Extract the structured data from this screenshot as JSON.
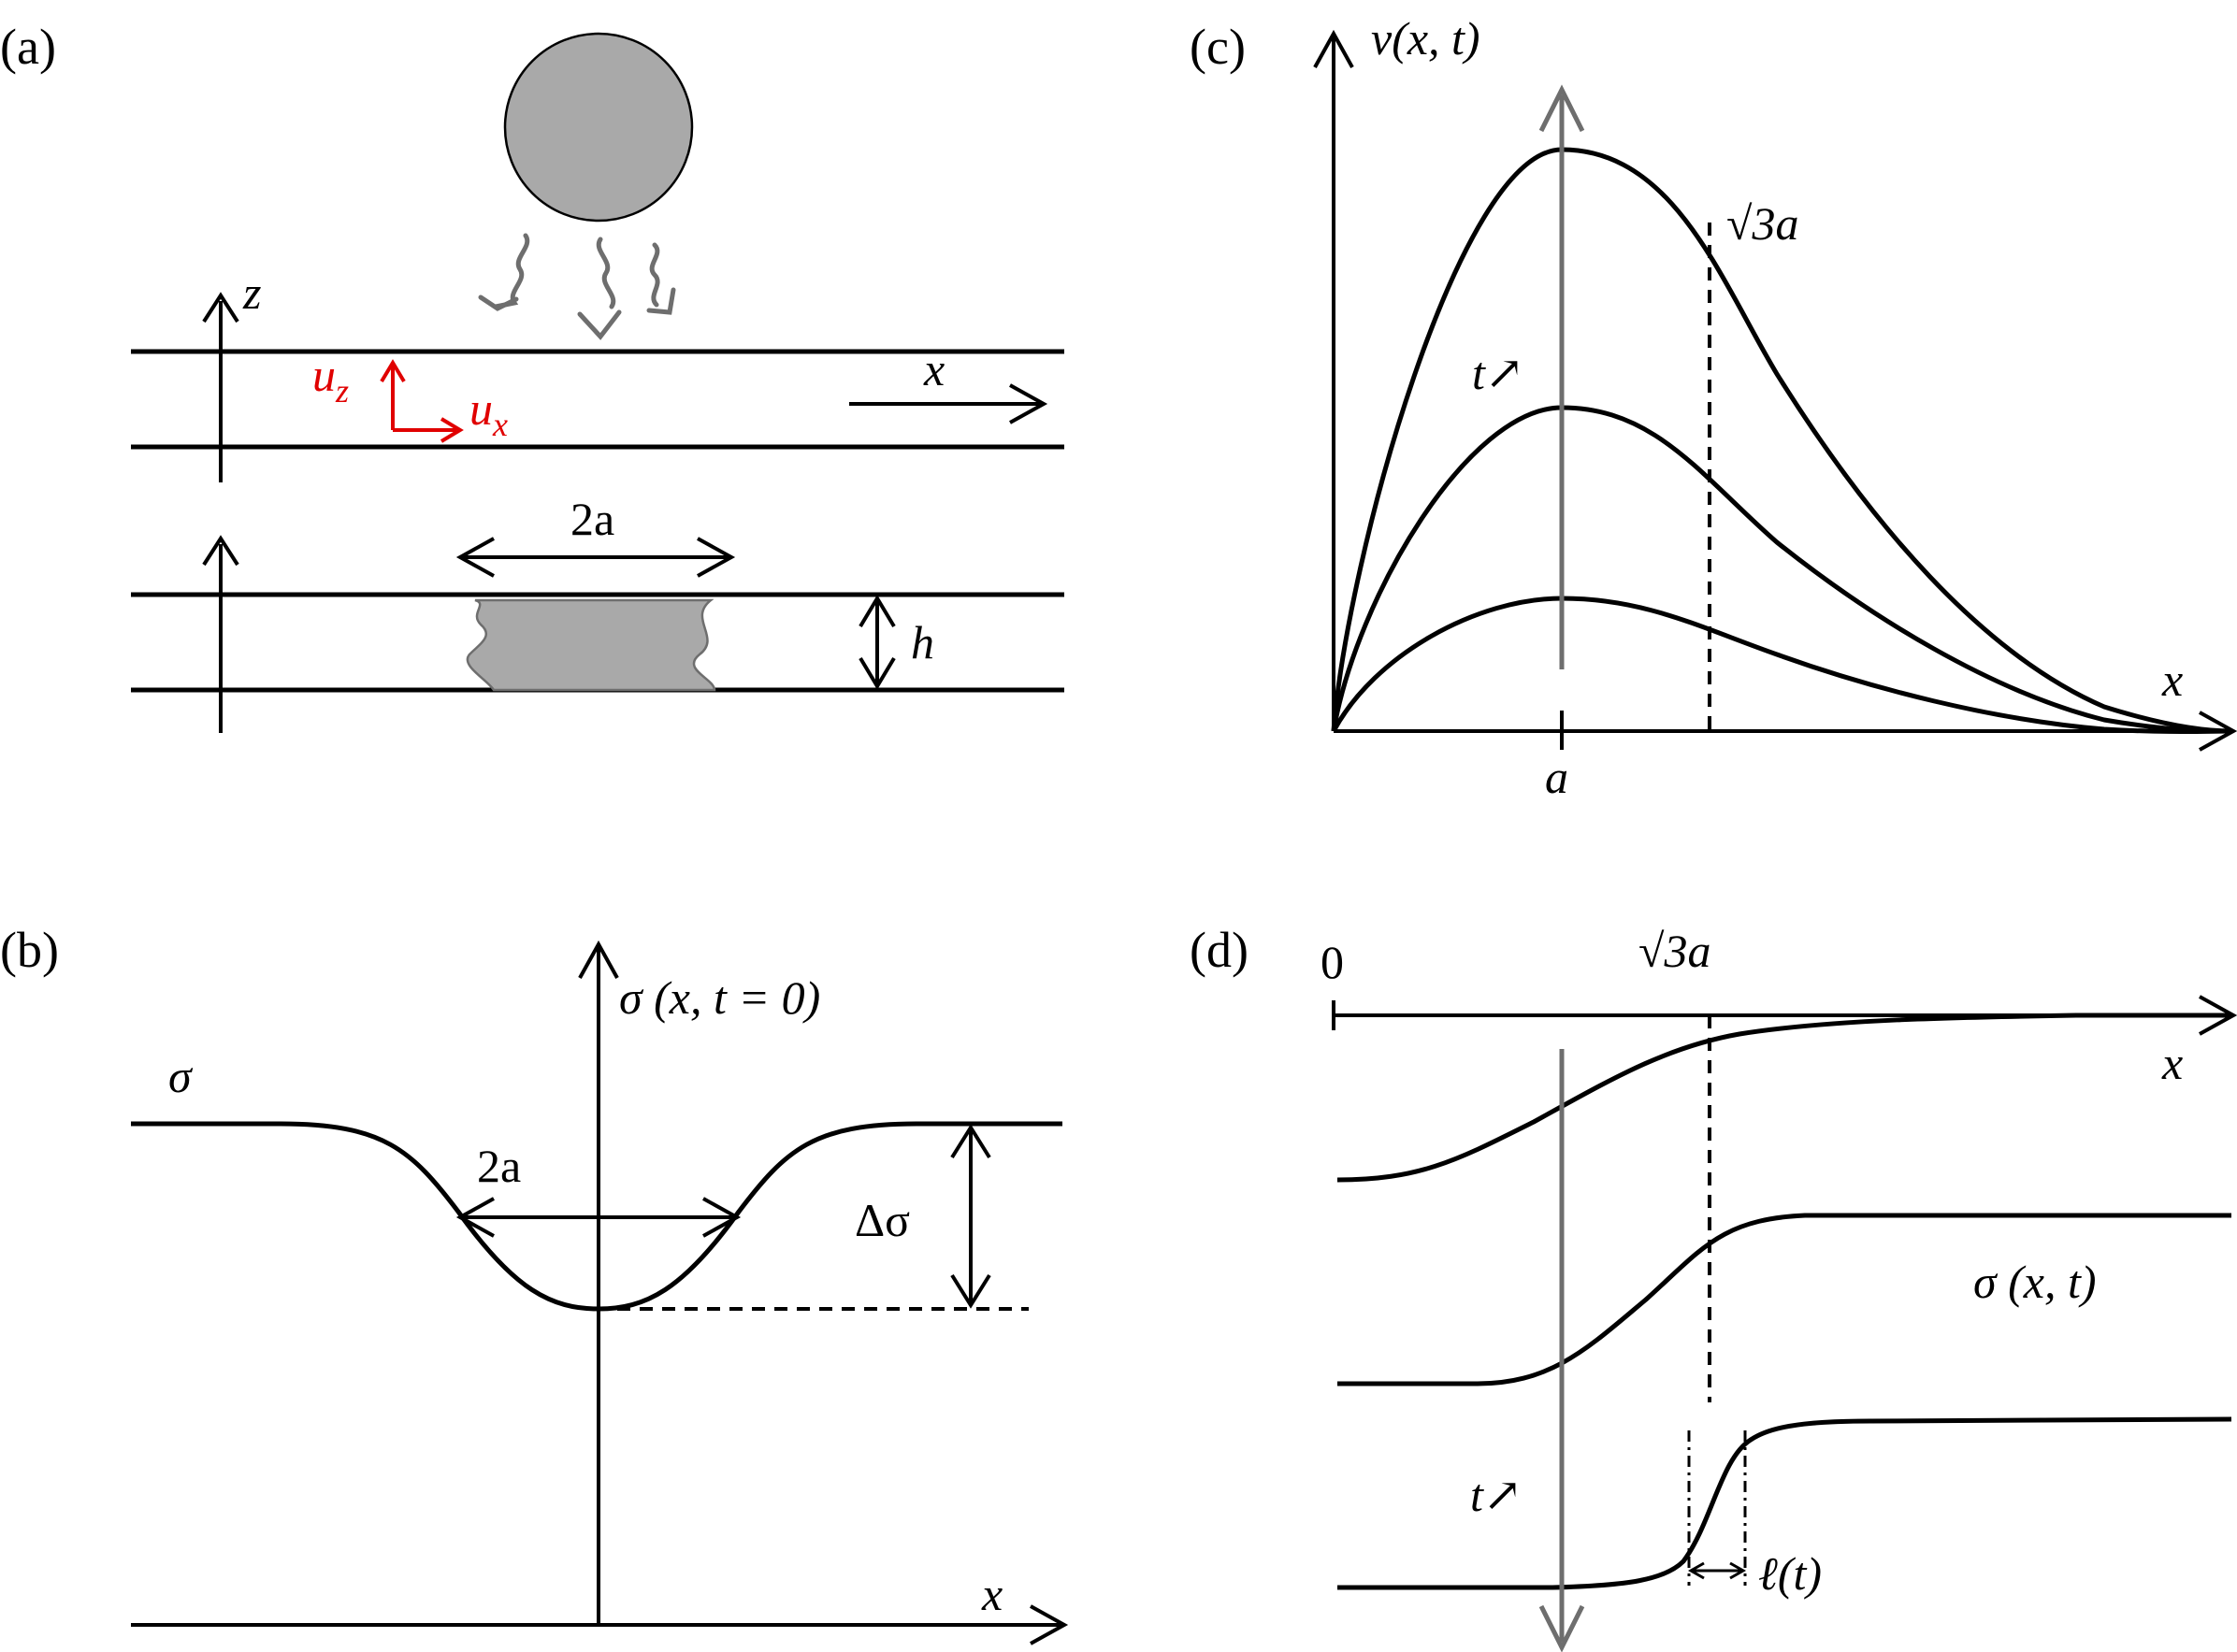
{
  "panels": {
    "a": {
      "tag": "(a)",
      "z_label": "z",
      "x_label": "x",
      "uz_label": "u",
      "uz_sub": "z",
      "ux_label": "u",
      "ux_sub": "x",
      "width_label": "2a",
      "h_label": "h"
    },
    "b": {
      "tag": "(b)",
      "sigma_label": "σ",
      "ylabel": "σ (x, t = 0)",
      "width_label": "2a",
      "delta_label": "Δσ",
      "xlabel": "x"
    },
    "c": {
      "tag": "(c)",
      "ylabel": "v(x, t)",
      "xlabel": "x",
      "t_label": "t↗",
      "a_tick": "a",
      "sqrt3a_label": "√3a"
    },
    "d": {
      "tag": "(d)",
      "zero_label": "0",
      "sqrt3a_label": "√3a",
      "xlabel": "x",
      "sigma_label": "σ (x, t)",
      "t_label": "t↗",
      "ell_label": "ℓ(t)"
    }
  },
  "colors": {
    "ink": "#000000",
    "gray_arrow": "#6e6e6e",
    "fill_gray": "#a9a9a9",
    "velocity_red": "#e00000"
  }
}
